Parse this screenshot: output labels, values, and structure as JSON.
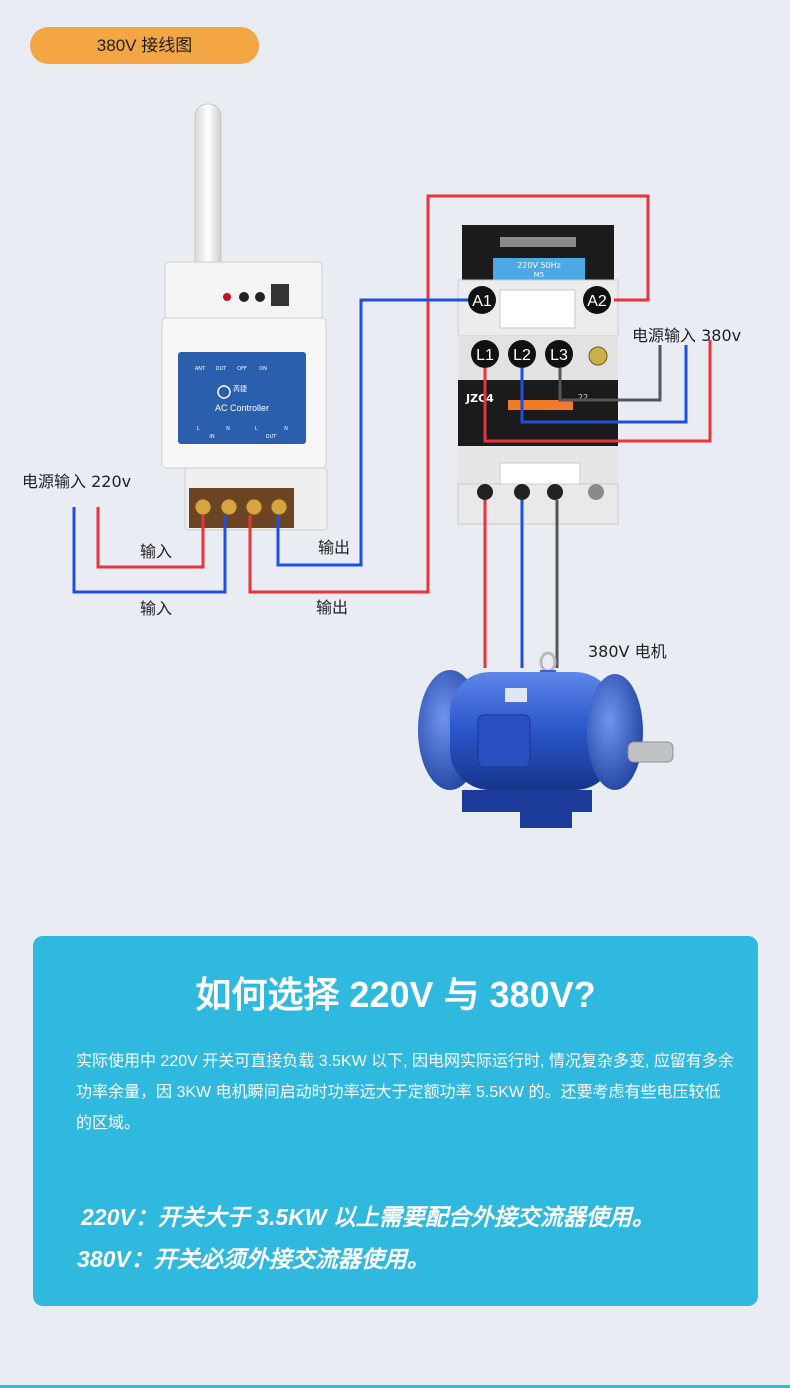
{
  "header": {
    "label": "380V 接线图"
  },
  "controller": {
    "brand": "芮捷",
    "name": "AC Controller",
    "led_labels": [
      "ANT",
      "OUT",
      "OFF",
      "ON"
    ],
    "terminal_labels": [
      "L",
      "IN",
      "N",
      "L",
      "OUT",
      "N"
    ]
  },
  "contactor": {
    "rating": "220V 50Hz",
    "sub": "M5",
    "model": "JZC4",
    "coil_terminals": [
      "A1",
      "A2"
    ],
    "line_terminals": [
      "L1",
      "L2",
      "L3"
    ],
    "aux": "22"
  },
  "labels": {
    "power_220": "电源输入 220v",
    "power_380": "电源输入 380v",
    "input_1": "输入",
    "input_2": "输入",
    "output_1": "输出",
    "output_2": "输出",
    "motor": "380V 电机"
  },
  "colors": {
    "red_wire": "#e8343c",
    "blue_wire": "#1f4fe0",
    "grey_wire": "#555555",
    "accent": "#f4a544",
    "card": "#30b9de"
  },
  "info": {
    "title": "如何选择 220V 与 380V?",
    "body": "实际使用中 220V 开关可直接负载 3.5KW 以下, 因电网实际运行时, 情况复杂多变, 应留有多余功率余量，因 3KW 电机瞬间启动时功率远大于定额功率 5.5KW 的。还要考虑有些电压较低的区域。",
    "note_220": "220V：开关大于 3.5KW 以上需要配合外接交流器使用。",
    "note_380": "380V：开关必须外接交流器使用。"
  }
}
